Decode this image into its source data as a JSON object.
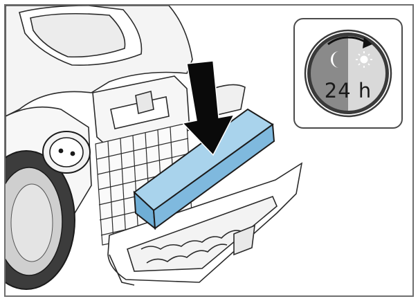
{
  "badge": {
    "duration_text": "24 h",
    "icons": [
      "moon-icon",
      "sun-icon",
      "rotation-arrow-icon"
    ],
    "colors": {
      "dark_half": "#8a8a8a",
      "light_half": "#d9d9d9",
      "outline": "#3a3a3a"
    }
  },
  "illustration": {
    "subject": "vacuum-cleaner-filter-insertion",
    "icons": [
      "down-arrow-icon",
      "filter-block",
      "filter-grille",
      "filter-tray",
      "power-socket-icon"
    ],
    "colors": {
      "filter": "#8ec3e3",
      "filter_edge": "#1c1c1c",
      "arrow": "#0a0a0a",
      "line": "#2a2a2a"
    }
  }
}
